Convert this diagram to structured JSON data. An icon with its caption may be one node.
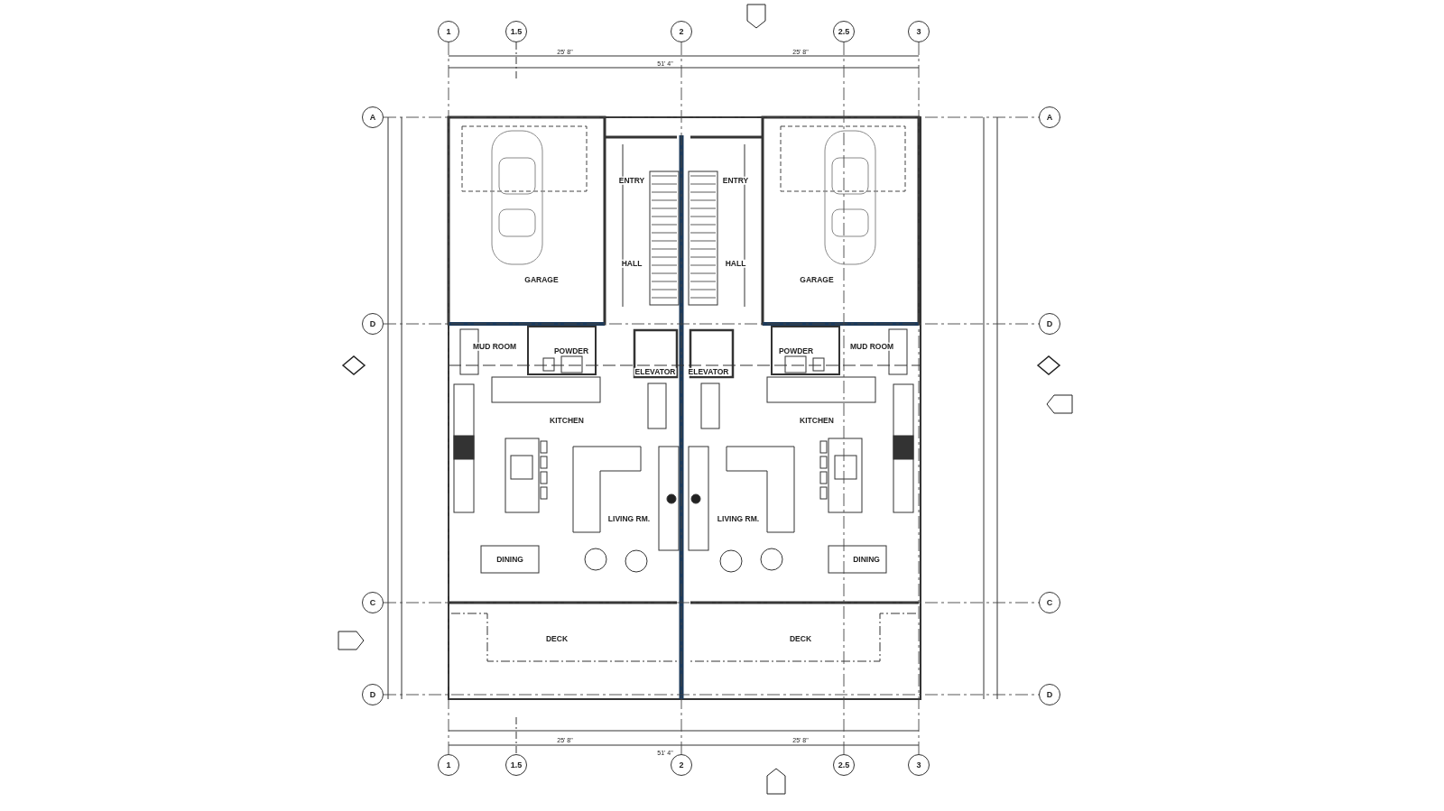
{
  "diagram": {
    "nodes": [
      {
        "text": [
          "1"
        ]
      },
      {
        "text": [
          "1.5"
        ]
      },
      {
        "text": [
          "2"
        ]
      },
      {
        "text": [
          "2.5"
        ]
      },
      {
        "text": [
          "3"
        ]
      },
      {
        "text": [
          "1"
        ]
      },
      {
        "text": [
          "1.5"
        ]
      },
      {
        "text": [
          "2"
        ]
      },
      {
        "text": [
          "2.5"
        ]
      },
      {
        "text": [
          "3"
        ]
      },
      {
        "text": [
          "A"
        ]
      },
      {
        "text": [
          "D"
        ]
      },
      {
        "text": [
          "C"
        ]
      },
      {
        "text": [
          "D"
        ]
      },
      {
        "text": [
          "A"
        ]
      },
      {
        "text": [
          "D"
        ]
      },
      {
        "text": [
          "C"
        ]
      },
      {
        "text": [
          "D"
        ]
      }
    ],
    "edges": [
      {
        "from": 0,
        "to": 5,
        "arrow": "none",
        "style": "dashed"
      },
      {
        "from": 2,
        "to": 7,
        "arrow": "none",
        "style": "dashed"
      },
      {
        "from": 3,
        "to": 8,
        "arrow": "none",
        "style": "dashed"
      },
      {
        "from": 4,
        "to": 9,
        "arrow": "none",
        "style": "dashed"
      },
      {
        "from": 10,
        "to": 14,
        "arrow": "none",
        "style": "dashed"
      },
      {
        "from": 11,
        "to": 15,
        "arrow": "none",
        "style": "dashed"
      },
      {
        "from": 12,
        "to": 16,
        "arrow": "none",
        "style": "dashed"
      },
      {
        "from": 13,
        "to": 17,
        "arrow": "none",
        "style": "dashed"
      }
    ],
    "labels": [
      "25' 8\"",
      "51' 4\"",
      "25' 8\"",
      "ENTRY",
      "ENTRY",
      "GARAGE",
      "HALL",
      "HALL",
      "GARAGE",
      "MUD ROOM",
      "POWDER",
      "POWDER",
      "MUD ROOM",
      "ELEVATOR",
      "ELEVATOR",
      "KITCHEN",
      "KITCHEN",
      "LIVING RM.",
      "LIVING RM.",
      "DINING",
      "DINING",
      "DECK",
      "DECK",
      "25' 8\"",
      "51' 4\"",
      "25' 8\""
    ]
  }
}
